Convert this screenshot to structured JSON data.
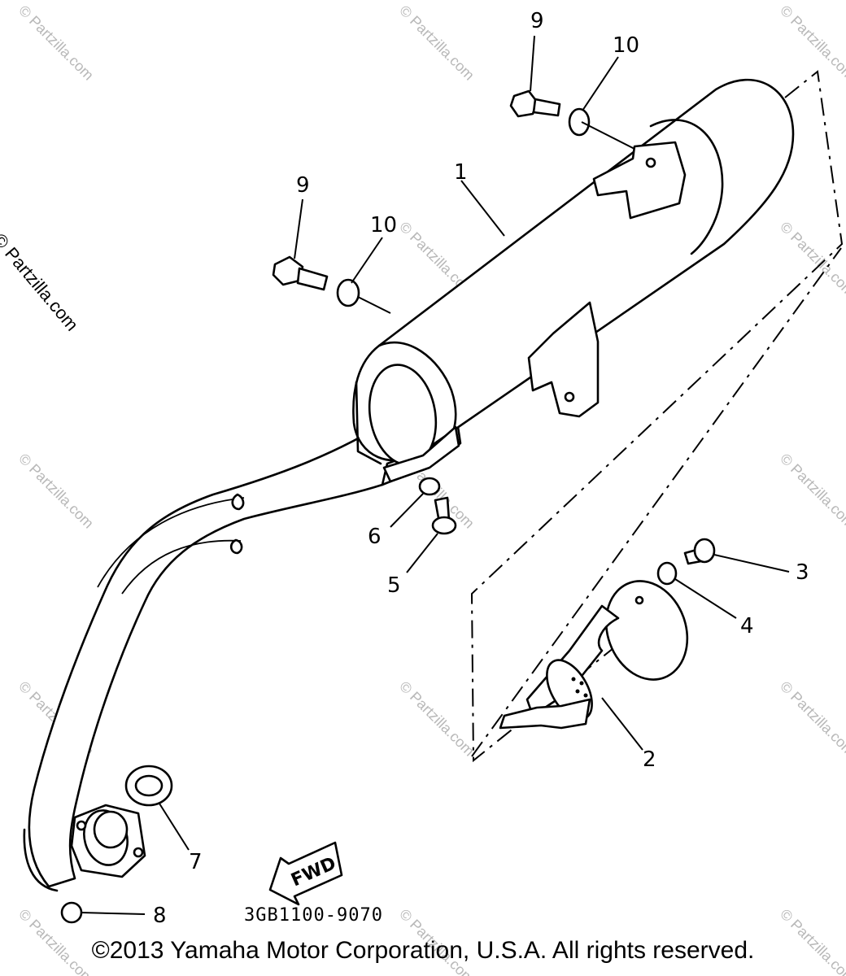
{
  "watermarks": {
    "side": "© Partzilla.com",
    "tile": "© Partzilla.com"
  },
  "callouts": [
    {
      "id": "1",
      "label": "1"
    },
    {
      "id": "2",
      "label": "2"
    },
    {
      "id": "3",
      "label": "3"
    },
    {
      "id": "4",
      "label": "4"
    },
    {
      "id": "5",
      "label": "5"
    },
    {
      "id": "6",
      "label": "6"
    },
    {
      "id": "7",
      "label": "7"
    },
    {
      "id": "8",
      "label": "8"
    },
    {
      "id": "9a",
      "label": "9"
    },
    {
      "id": "9b",
      "label": "9"
    },
    {
      "id": "10a",
      "label": "10"
    },
    {
      "id": "10b",
      "label": "10"
    }
  ],
  "direction_arrow": {
    "label": "FWD"
  },
  "diagram_code": "3GB1100-9070",
  "copyright": "©2013 Yamaha Motor Corporation, U.S.A. All rights reserved."
}
